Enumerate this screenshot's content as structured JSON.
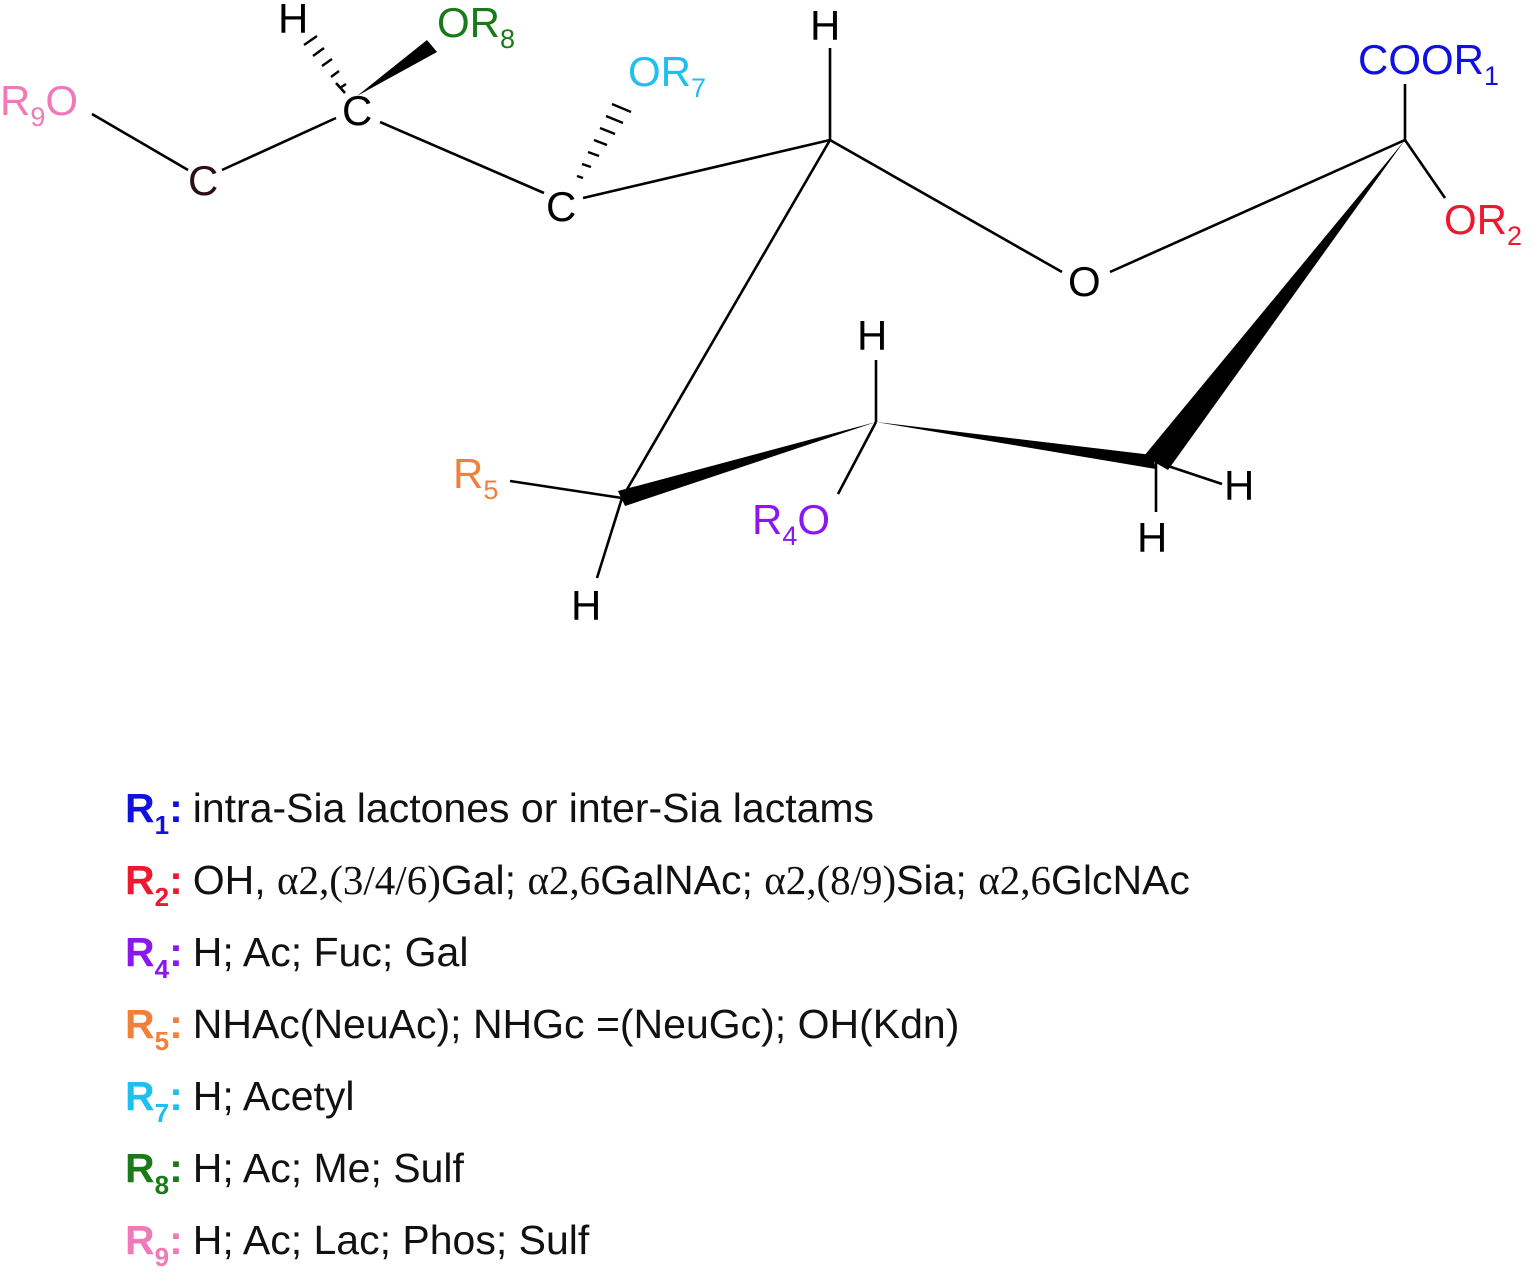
{
  "colors": {
    "r1": "#1010e0",
    "r2": "#f01830",
    "r4": "#8a16f0",
    "r5": "#f0803a",
    "r7": "#1ec0f0",
    "r8": "#1a7a1a",
    "r9": "#f07ab8",
    "black": "#000000",
    "carbon": "#2a0f12"
  },
  "structure": {
    "r9o": {
      "main": "R",
      "sub": "9",
      "tail": "O"
    },
    "or8": {
      "head": "OR",
      "sub": "8"
    },
    "or7": {
      "head": "OR",
      "sub": "7"
    },
    "coor1": {
      "head": "COOR",
      "sub": "1"
    },
    "or2": {
      "head": "OR",
      "sub": "2"
    },
    "r5": {
      "main": "R",
      "sub": "5"
    },
    "r4o": {
      "main": "R",
      "sub": "4",
      "tail": "O"
    },
    "carbon": "C",
    "oxygen": "O",
    "hydrogen": "H"
  },
  "legend": [
    {
      "id": "r1",
      "letter": "R",
      "sub": "1",
      "colon": ":",
      "parts": [
        {
          "t": "intra-Sia lactones or inter-Sia lactams"
        }
      ]
    },
    {
      "id": "r2",
      "letter": "R",
      "sub": "2",
      "colon": ":",
      "parts": [
        {
          "t": "OH, "
        },
        {
          "t": "α2,(3/4/6)",
          "serif": true
        },
        {
          "t": "Gal; "
        },
        {
          "t": "α2,6",
          "serif": true
        },
        {
          "t": "GalNAc; "
        },
        {
          "t": "α2,(8/9)",
          "serif": true
        },
        {
          "t": "Sia; "
        },
        {
          "t": "α2,6",
          "serif": true
        },
        {
          "t": "GlcNAc"
        }
      ]
    },
    {
      "id": "r4",
      "letter": "R",
      "sub": "4",
      "colon": ":",
      "parts": [
        {
          "t": "H; Ac; Fuc; Gal"
        }
      ]
    },
    {
      "id": "r5",
      "letter": "R",
      "sub": "5",
      "colon": ":",
      "parts": [
        {
          "t": "NHAc(NeuAc); NHGc =(NeuGc); OH(Kdn)"
        }
      ]
    },
    {
      "id": "r7",
      "letter": "R",
      "sub": "7",
      "colon": ":",
      "parts": [
        {
          "t": "H; Acetyl"
        }
      ]
    },
    {
      "id": "r8",
      "letter": "R",
      "sub": "8",
      "colon": ":",
      "parts": [
        {
          "t": "H; Ac; Me; Sulf"
        }
      ]
    },
    {
      "id": "r9",
      "letter": "R",
      "sub": "9",
      "colon": ":",
      "parts": [
        {
          "t": "H; Ac; Lac; Phos; Sulf"
        }
      ]
    }
  ]
}
